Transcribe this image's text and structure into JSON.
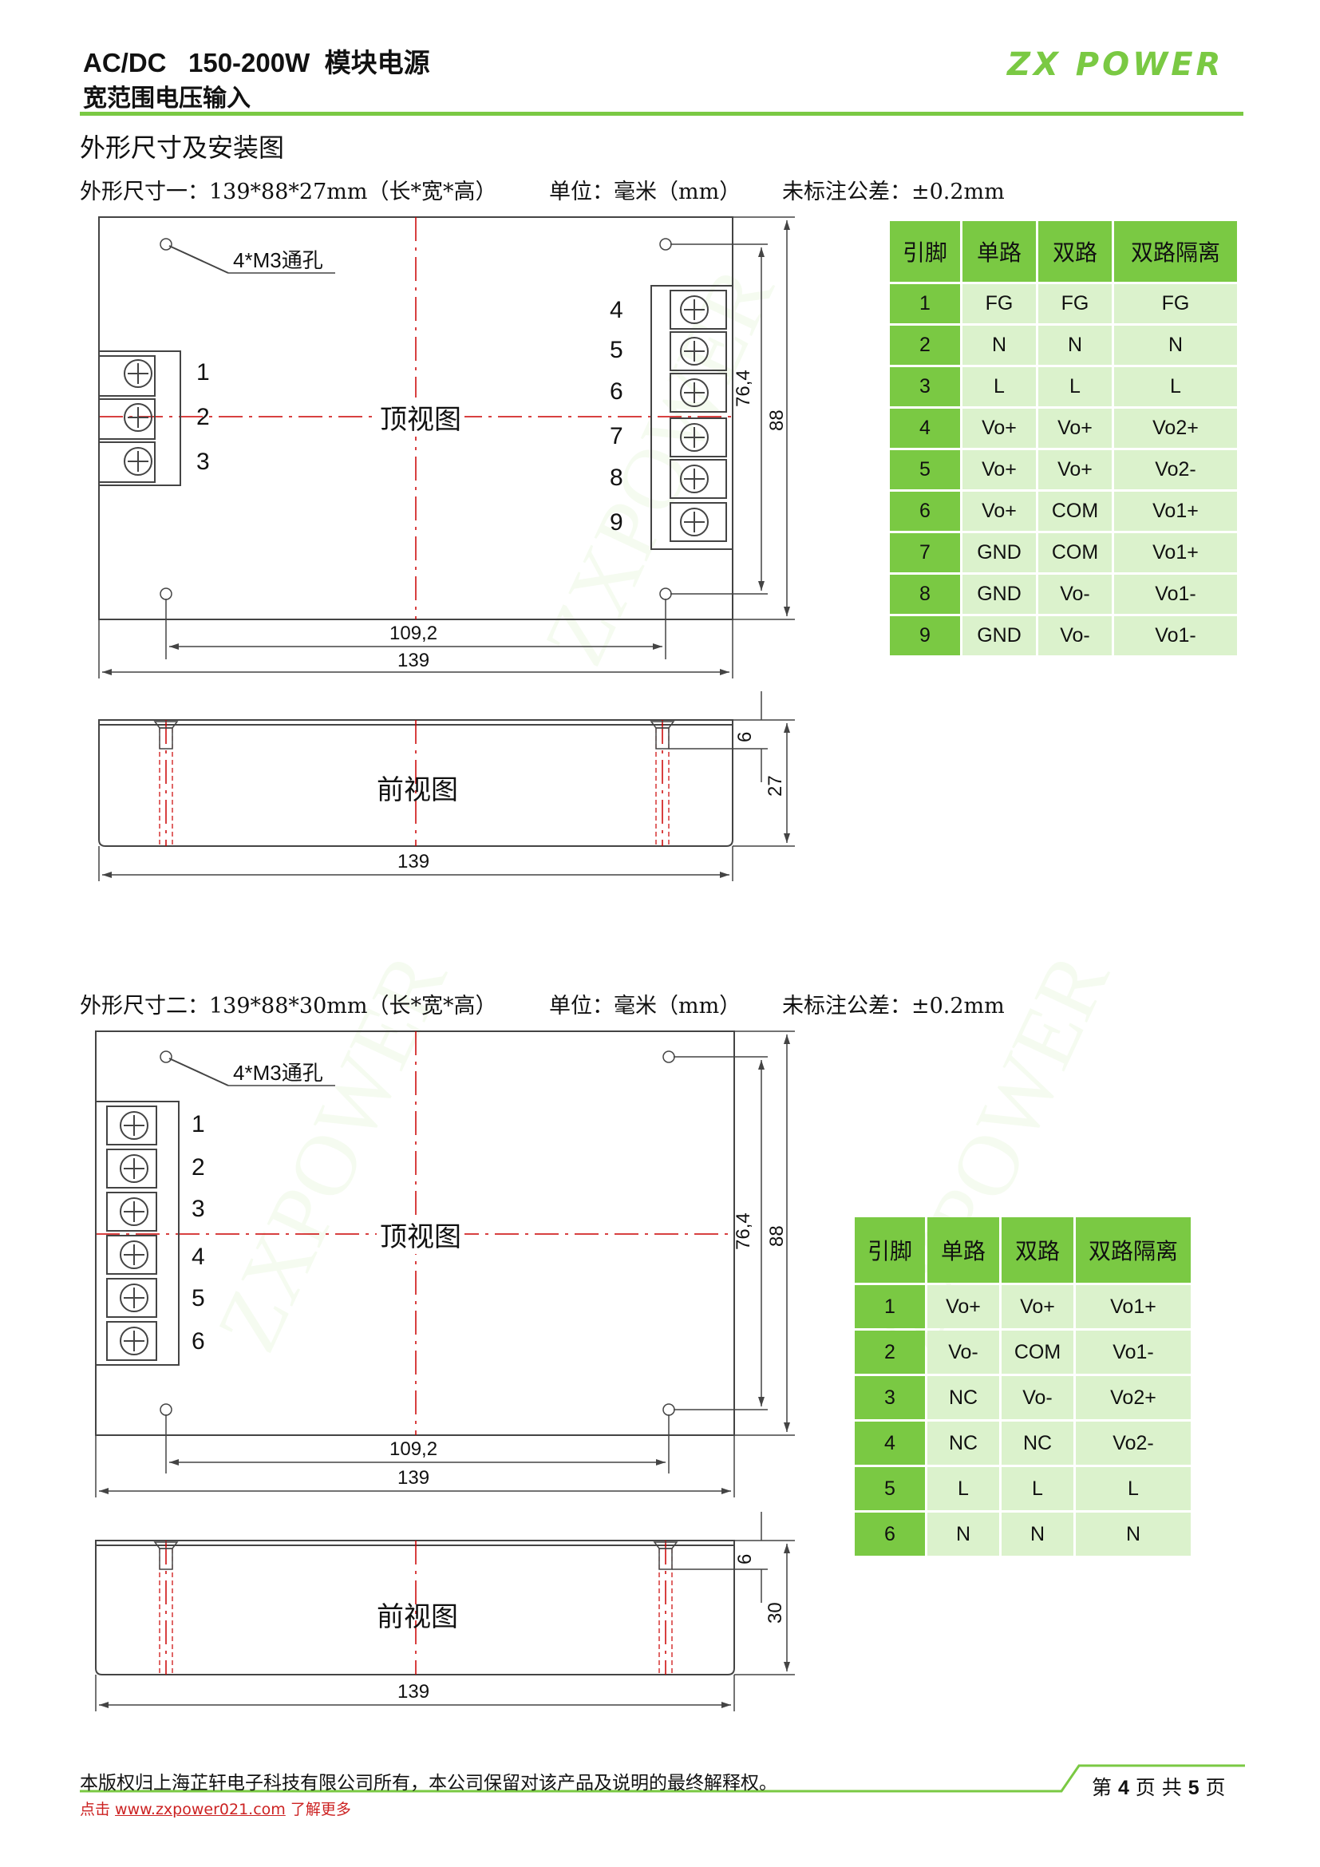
{
  "header": {
    "title": "AC/DC   150-200W  模块电源",
    "subtitle": "宽范围电压输入",
    "logo_text": "ZX POWER",
    "accent_color": "#7ac943"
  },
  "section_title": "外形尺寸及安装图",
  "drawing1": {
    "spec": "外形尺寸一：139*88*27mm（长*宽*高）",
    "unit": "单位：毫米（mm）",
    "tolerance": "未标注公差：±0.2mm",
    "hole_label": "4*M3通孔",
    "top_view": "顶视图",
    "front_view": "前视图",
    "left_pins": [
      "1",
      "2",
      "3"
    ],
    "right_pins": [
      "4",
      "5",
      "6",
      "7",
      "8",
      "9"
    ],
    "dims": {
      "hole_spacing": "109,2",
      "length": "139",
      "inner_width": "76,4",
      "width": "88",
      "front_length": "139",
      "screw_depth": "6",
      "height": "27"
    },
    "table": {
      "headers": [
        "引脚",
        "单路",
        "双路",
        "双路隔离"
      ],
      "rows": [
        [
          "1",
          "FG",
          "FG",
          "FG"
        ],
        [
          "2",
          "N",
          "N",
          "N"
        ],
        [
          "3",
          "L",
          "L",
          "L"
        ],
        [
          "4",
          "Vo+",
          "Vo+",
          "Vo2+"
        ],
        [
          "5",
          "Vo+",
          "Vo+",
          "Vo2-"
        ],
        [
          "6",
          "Vo+",
          "COM",
          "Vo1+"
        ],
        [
          "7",
          "GND",
          "COM",
          "Vo1+"
        ],
        [
          "8",
          "GND",
          "Vo-",
          "Vo1-"
        ],
        [
          "9",
          "GND",
          "Vo-",
          "Vo1-"
        ]
      ]
    }
  },
  "drawing2": {
    "spec": "外形尺寸二：139*88*30mm（长*宽*高）",
    "unit": "单位：毫米（mm）",
    "tolerance": "未标注公差：±0.2mm",
    "hole_label": "4*M3通孔",
    "top_view": "顶视图",
    "front_view": "前视图",
    "left_pins": [
      "1",
      "2",
      "3",
      "4",
      "5",
      "6"
    ],
    "dims": {
      "hole_spacing": "109,2",
      "length": "139",
      "inner_width": "76,4",
      "width": "88",
      "front_length": "139",
      "screw_depth": "6",
      "height": "30"
    },
    "table": {
      "headers": [
        "引脚",
        "单路",
        "双路",
        "双路隔离"
      ],
      "rows": [
        [
          "1",
          "Vo+",
          "Vo+",
          "Vo1+"
        ],
        [
          "2",
          "Vo-",
          "COM",
          "Vo1-"
        ],
        [
          "3",
          "NC",
          "Vo-",
          "Vo2+"
        ],
        [
          "4",
          "NC",
          "NC",
          "Vo2-"
        ],
        [
          "5",
          "L",
          "L",
          "L"
        ],
        [
          "6",
          "N",
          "N",
          "N"
        ]
      ]
    }
  },
  "footer": {
    "copyright": "本版权归上海芷轩电子科技有限公司所有，本公司保留对该产品及说明的最终解释权。",
    "link_prefix": "点击 ",
    "link_url": "www.zxpower021.com",
    "link_suffix": " 了解更多",
    "page_prefix": "第 ",
    "page_current": "4",
    "page_mid": " 页 共 ",
    "page_total": "5",
    "page_suffix": " 页"
  }
}
